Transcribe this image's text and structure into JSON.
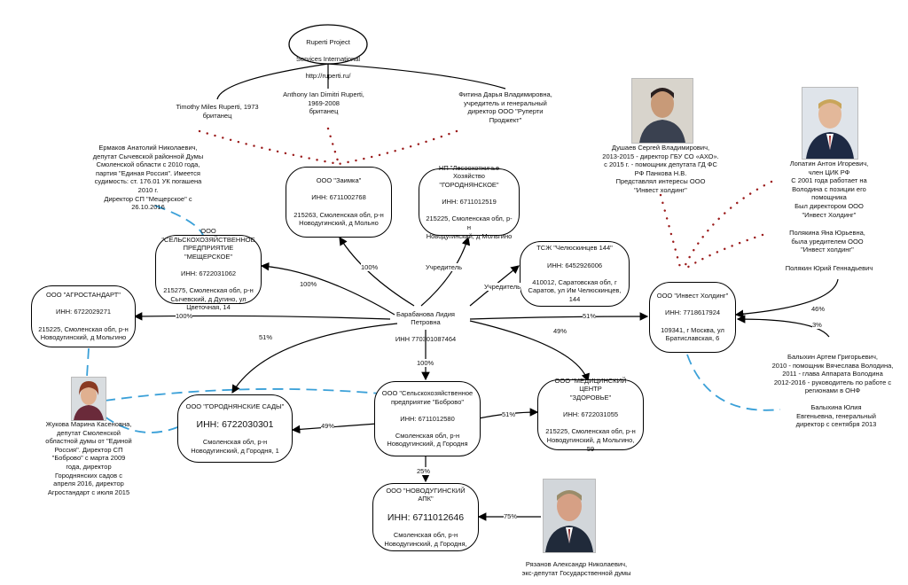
{
  "center": {
    "name": "Барабанова Лидия\nПетровна",
    "inn": "ИНН 770301087464"
  },
  "ruperti": {
    "line1": "Ruperti Project",
    "line2": "Services International",
    "line3": "http://ruperti.ru/"
  },
  "timothy": "Timothy Miles Ruperti, 1973\nбританец",
  "anthony": "Anthony Ian Dimitri Ruperti,\n1969-2008\nбританец",
  "fitina": "Фитина Дарья Владимировна,\nучредитель и генеральный\nдиректор ООО \"Руперти\nПроджект\"",
  "ermakov": "Ермаков Анатолий Николаевич,\nдепутат Сычевской районной Думы\nСмоленской области с 2010 года,\nпартия \"Единая Россия\". Имеется\nсудимость: ст. 176.01 УК погашена\n2010 г.\nДиректор СП \"Мещерское\" с\n26.10.2016",
  "zaimka": {
    "name": "ООО \"Заимка\"",
    "inn": "ИНН: 6711002768",
    "addr": "215263, Смоленская обл, р-н\nНоводугинский, д Мольно"
  },
  "lesookhot": {
    "name": "НП \"Лесоохотничье Хозяйство\n\"ГОРОДНЯНСКОЕ\"",
    "inn": "ИНН: 6711012519",
    "addr": "215225, Смоленская обл, р-н\nНоводугинский, д Мольгино"
  },
  "dushaev": "Душаев Сергей Владимирович,\n2013-2015 - директор ГБУ СО «АХО».\nс 2015 г. - помощник депутата ГД ФС\nРФ Панкова Н.В.\nПредставлял интересы ООО\n\"Инвест холдинг\"",
  "lopatin": "Лопатин Антон Игоревич,\nчлен ЦИК РФ\nС 2001 года работает на\nВолодина с позиции его\nпомощника\nБыл директором ООО\n\"Инвест Холдинг\"",
  "polyakina": "Полякина Яна Юрьевна,\nбыла уредителем ООО\n\"Инвест холдинг\"",
  "polyakin": "Полякин Юрий Геннадьевич",
  "balykhin": "Балыхин Артем Григорьевич,\n2010 - помощник Вячеслава Володина,\n2011 - глава Аппарата Володина\n2012-2016 - руководитель по работе с\nрегионами в ОНФ",
  "balykhina": "Балыхина Юлия\nЕвгеньевна, генеральный\nдиректор с сентября 2013",
  "meshcherskoe": {
    "name": "ООО\n\"СЕЛЬСКОХОЗЯЙСТВЕННОЕ\nПРЕДПРИЯТИЕ\n\"МЕЩЕРСКОЕ\"",
    "inn": "ИНН: 6722031062",
    "addr": "215275, Смоленская обл, р-н\nСычевский, д Дугино, ул\nЦветочная, 14"
  },
  "agrostandart": {
    "name": "ООО \"АГРОСТАНДАРТ\"",
    "inn": "ИНН: 6722029271",
    "addr": "215225, Смоленская обл, р-н\nНоводугинский, д Мольгино"
  },
  "tszh": {
    "name": "ТСЖ \"Челюскинцев 144\"",
    "inn": "ИНН: 6452926006",
    "addr": "410012, Саратовская обл, г\nСаратов, ул Им Челюскинцев,\n144"
  },
  "invest": {
    "name": "ООО \"Инвест Холдинг\"",
    "inn": "ИНН: 7718617924",
    "addr": "109341, г Москва, ул\nБратиславская, 6"
  },
  "gorodnya_sady": {
    "name": "ООО \"ГОРОДНЯНСКИЕ САДЫ\"",
    "inn": "ИНН: 6722030301",
    "addr": "Смоленская обл, р-н\nНоводугинский, д Городня, 1"
  },
  "bobrovo": {
    "name": "ООО \"Сельскохозяйственное\nпредприятие \"Боброво\"",
    "inn": "ИНН: 6711012580",
    "addr": "Смоленская обл, р-н\nНоводугинский, д Городня"
  },
  "zdorovie": {
    "name": "ООО \"МЕДИЦИНСКИЙ ЦЕНТР\n\"ЗДОРОВЬЕ\"",
    "inn": "ИНН: 6722031055",
    "addr": "215225, Смоленская обл, р-н\nНоводугинский, д Мольгино, 59"
  },
  "novodug": {
    "name": "ООО \"НОВОДУГИНСКИЙ АПК\"",
    "inn": "ИНН: 6711012646",
    "addr": "Смоленская обл, р-н\nНоводугинский, д Городня,"
  },
  "zhukova": "Жукова Марина Касеновна,\nдепутат Смоленской\nобластной думы от \"Единой\nРоссия\". Директор СП\n\"Боброво\" с марта 2009\nгода, директор\nГороднянских садов с\nапреля 2016, директор\nАгростандарт с июля 2015",
  "ryazanov": "Рязанов Александр Николаевич,\nэкс-депутат Государственной думы",
  "edges": {
    "zaimka": "100%",
    "uchreditel1": "Учредитель",
    "mesch": "100%",
    "agro": "100%",
    "uchreditel2": "Учредитель",
    "invest": "51%",
    "zdor": "49%",
    "sady": "51%",
    "bobrovo": "100%",
    "bob_sady": "49%",
    "bob_zdor": "51%",
    "bob_apk": "25%",
    "ryaz": "75%",
    "polyakin": "46%",
    "balykhin": "3%"
  },
  "colors": {
    "dotted": "#9b1b1b",
    "dashed": "#3aa0d8",
    "line": "#000000"
  }
}
